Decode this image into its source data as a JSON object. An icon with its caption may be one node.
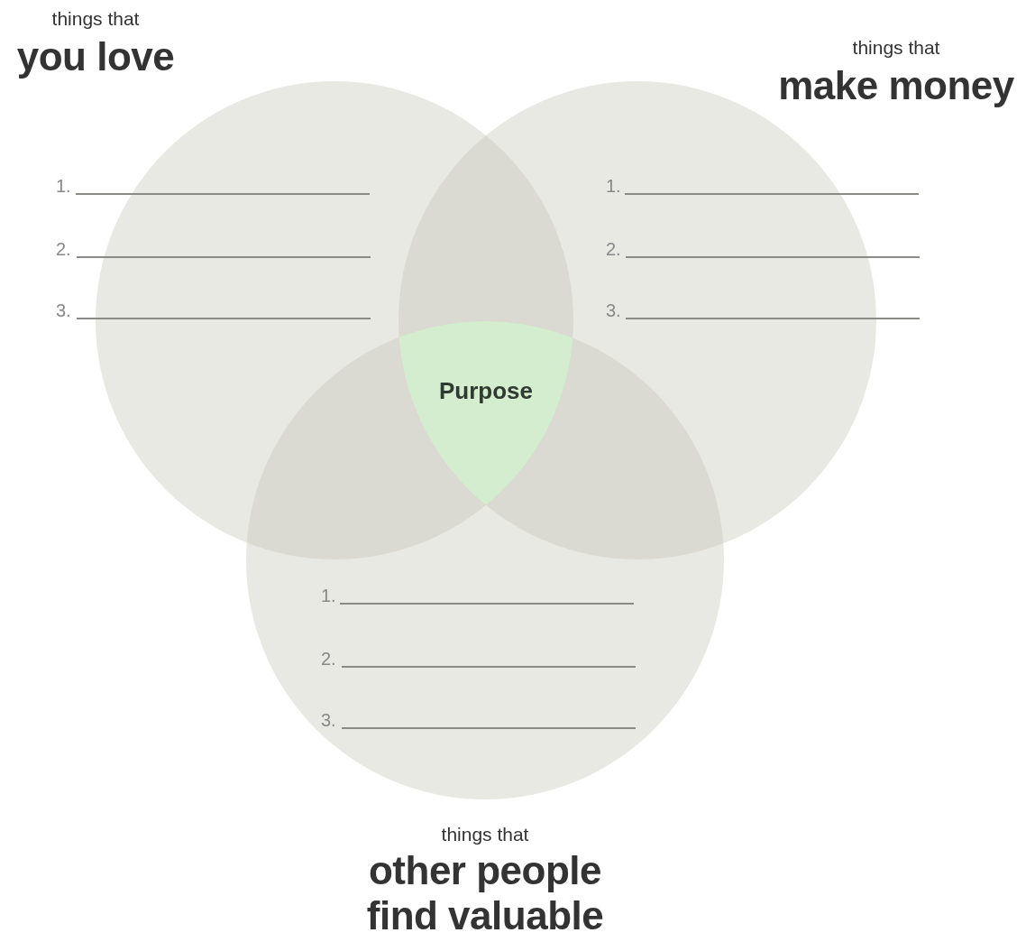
{
  "diagram": {
    "nodes": [
      {
        "text": [
          "things that",
          "you love"
        ]
      },
      {
        "text": [
          "things that",
          "make money"
        ]
      },
      {
        "text": [
          "things that",
          "other people find valuable"
        ]
      },
      {
        "text": [
          "Purpose"
        ]
      }
    ],
    "labels": [
      "1.",
      "1.",
      "2.",
      "2.",
      "3.",
      "3.",
      "1.",
      "2.",
      "3."
    ]
  }
}
